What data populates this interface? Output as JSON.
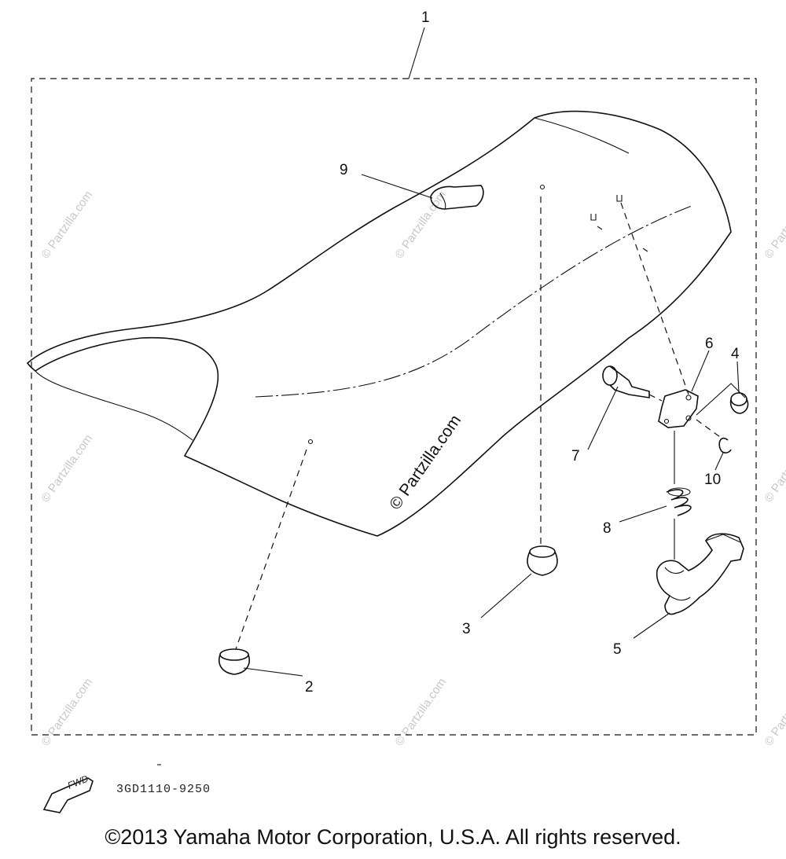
{
  "callouts": {
    "c1": "1",
    "c2": "2",
    "c3": "3",
    "c4": "4",
    "c5": "5",
    "c6": "6",
    "c7": "7",
    "c8": "8",
    "c9": "9",
    "c10": "10"
  },
  "part_code": "3GD1110-9250",
  "fwd_label": "FWD",
  "watermark": "© Partzilla.com",
  "copyright": "©2013 Yamaha Motor Corporation, U.S.A. All rights reserved."
}
